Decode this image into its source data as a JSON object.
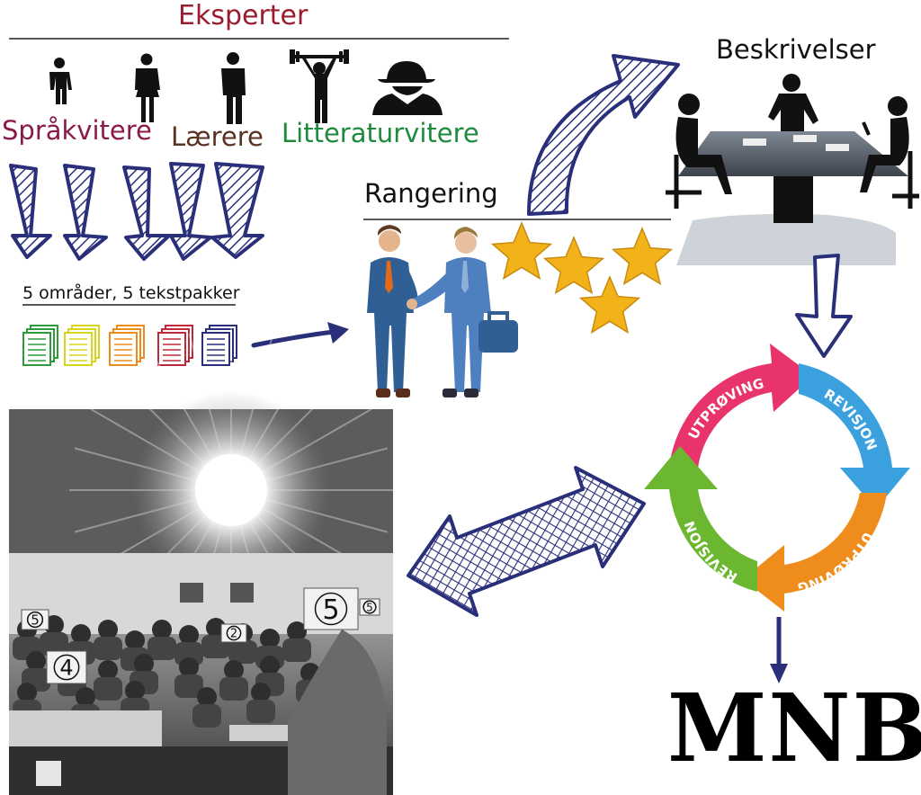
{
  "labels": {
    "experts_title": "Eksperter",
    "expert_language": "Språkvitere",
    "expert_teachers": "Lærere",
    "expert_literature": "Litteraturvitere",
    "descriptions": "Beskrivelser",
    "ranking": "Rangering",
    "areas": "5 områder, 5 tekstpakker",
    "result": "MNB"
  },
  "cycle": {
    "segments": [
      "UTPRØVING",
      "REVISJON",
      "UTPRØVING",
      "REVISJON"
    ],
    "colors": [
      "#e8336b",
      "#3aa0de",
      "#ef8d1c",
      "#6bb730"
    ]
  },
  "photo": {
    "cards": [
      "5",
      "4",
      "5",
      "2",
      "5"
    ]
  },
  "colors": {
    "arrow_hatch": "#2a2f7a",
    "packet_colors": [
      "#2e9a3a",
      "#d6d51a",
      "#ee8a1a",
      "#c0283a",
      "#2a2f7a"
    ],
    "star": "#f2b31a"
  }
}
